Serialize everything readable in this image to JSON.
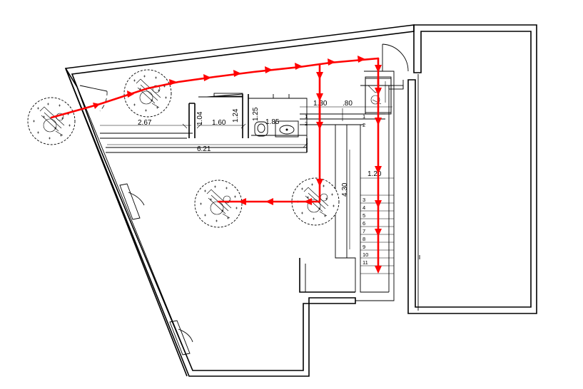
{
  "dimensions": {
    "corridor_length": "2.67",
    "corridor_width": "1.60",
    "hall_length": "6.21",
    "wall_a": "1.04",
    "wall_b": "1.24",
    "wc_depth": "1.25",
    "wc_width": "1.85",
    "passage": "1.30",
    "gap": ".80",
    "stair_width": "1.20",
    "stair_run": "4.30"
  },
  "stair_steps": [
    "1",
    "2",
    "3",
    "4",
    "5",
    "6",
    "7",
    "8",
    "9",
    "10",
    "11"
  ],
  "colors": {
    "route": "#ff0000",
    "walls": "#000000"
  },
  "icons": {
    "wheelchair": "wheelchair-icon",
    "toilet": "toilet-icon",
    "sink": "sink-icon",
    "door": "door-swing-icon"
  }
}
